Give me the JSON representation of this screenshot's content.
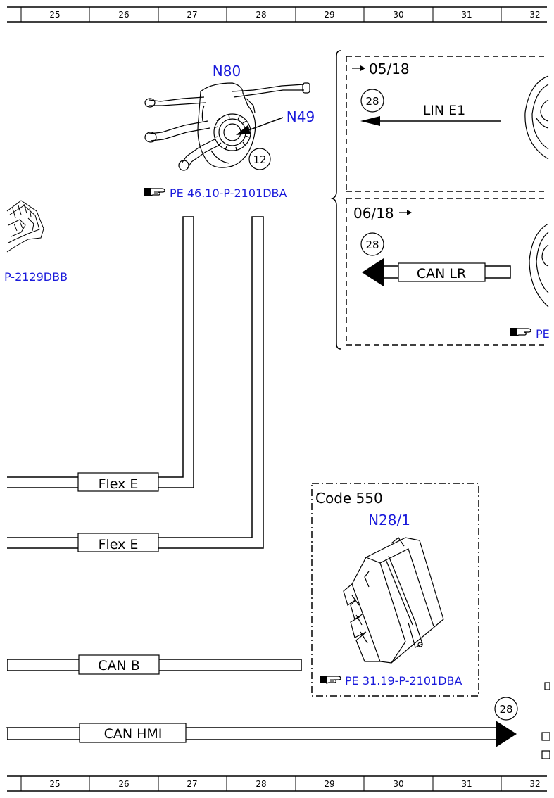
{
  "colors": {
    "link": "#1a1adb",
    "line": "#000000",
    "background": "#ffffff"
  },
  "ruler": {
    "top_columns": [
      "25",
      "26",
      "27",
      "28",
      "29",
      "30",
      "31",
      "32"
    ],
    "bottom_columns": [
      "25",
      "26",
      "27",
      "28",
      "29",
      "30",
      "31",
      "32"
    ]
  },
  "components": {
    "steering_column_module": {
      "label": "N80",
      "sublabel": "N49",
      "callout": "12",
      "ref_icon": "pointing-hand-icon",
      "ref": "PE 46.10-P-2101DBA"
    },
    "left_partial": {
      "ref": "P-2129DBB"
    },
    "variant_0518": {
      "heading": "05/18",
      "callout": "28",
      "bus": "LIN E1"
    },
    "variant_0618": {
      "heading": "06/18",
      "callout": "28",
      "bus": "CAN LR",
      "ref": "PE"
    },
    "code_550_box": {
      "heading": "Code 550",
      "label": "N28/1",
      "ref_icon": "pointing-hand-icon",
      "ref": "PE 31.19-P-2101DBA"
    }
  },
  "buses": {
    "flex_e_1": "Flex E",
    "flex_e_2": "Flex E",
    "can_b": "CAN B",
    "can_hmi": "CAN HMI",
    "can_hmi_callout": "28"
  }
}
